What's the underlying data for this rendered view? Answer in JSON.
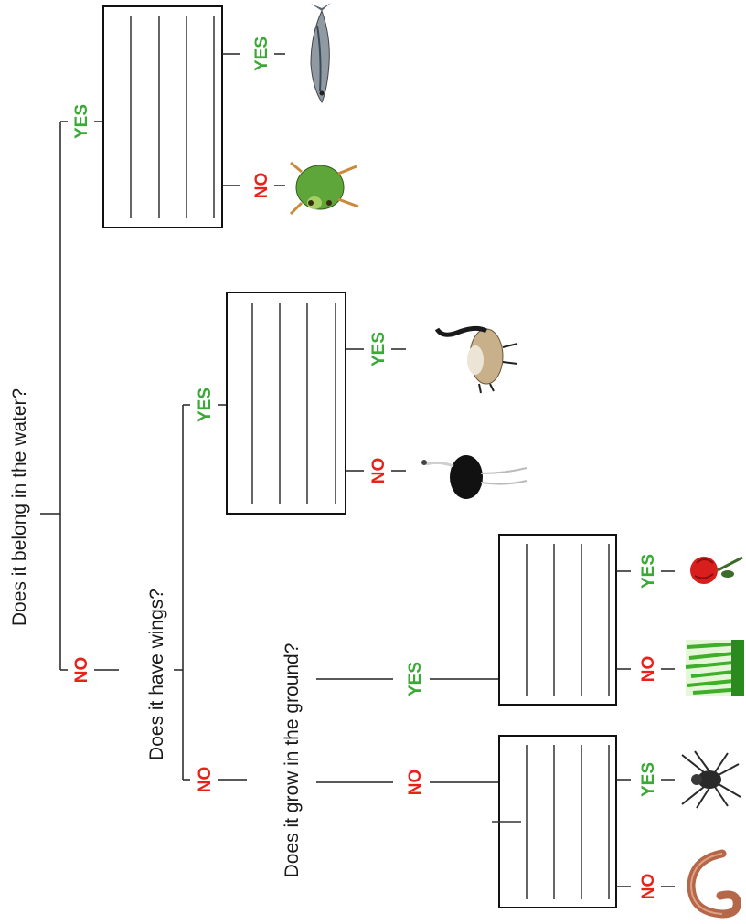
{
  "questions": {
    "water": "Does it belong in the water?",
    "wings": "Does it have wings?",
    "ground": "Does it grow in the ground?"
  },
  "answers": {
    "yes": "YES",
    "no": "NO"
  },
  "organisms": [
    {
      "id": "fish",
      "icon": "fish-icon"
    },
    {
      "id": "frog",
      "icon": "frog-icon"
    },
    {
      "id": "goose",
      "icon": "goose-icon"
    },
    {
      "id": "ostrich",
      "icon": "ostrich-icon"
    },
    {
      "id": "rose",
      "icon": "rose-icon"
    },
    {
      "id": "grass",
      "icon": "grass-icon"
    },
    {
      "id": "spider",
      "icon": "spider-icon"
    },
    {
      "id": "worm",
      "icon": "worm-icon"
    }
  ],
  "colors": {
    "yes": "#3aa935",
    "no": "#e8221b",
    "line": "#222222"
  }
}
